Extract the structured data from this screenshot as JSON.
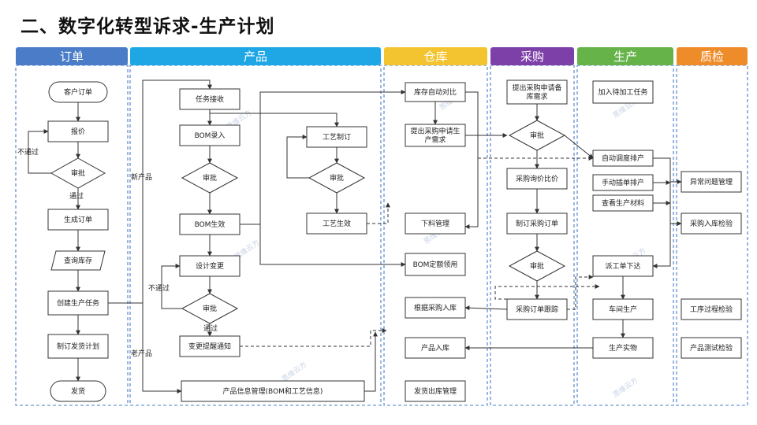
{
  "title": "二、数字化转型诉求-生产计划",
  "lanes": [
    {
      "id": "order",
      "label": "订单",
      "color": "#4a7cc8"
    },
    {
      "id": "product",
      "label": "产品",
      "color": "#1ea7e4"
    },
    {
      "id": "warehouse",
      "label": "仓库",
      "color": "#f4c430"
    },
    {
      "id": "purchase",
      "label": "采购",
      "color": "#7d3fa8"
    },
    {
      "id": "production",
      "label": "生产",
      "color": "#66b34a"
    },
    {
      "id": "qc",
      "label": "质检",
      "color": "#ef8c2a"
    }
  ],
  "nodes": [
    {
      "id": "customer_order",
      "label": "客户订单",
      "shape": "terminal"
    },
    {
      "id": "quote",
      "label": "报价",
      "shape": "process"
    },
    {
      "id": "order_approve",
      "label": "审批",
      "shape": "decision"
    },
    {
      "id": "create_order",
      "label": "生成订单",
      "shape": "process"
    },
    {
      "id": "check_stock",
      "label": "查询库存",
      "shape": "data"
    },
    {
      "id": "create_task",
      "label": "创建生产任务",
      "shape": "process"
    },
    {
      "id": "ship_plan",
      "label": "制订发货计划",
      "shape": "process"
    },
    {
      "id": "ship",
      "label": "发货",
      "shape": "terminal"
    },
    {
      "id": "task_receive",
      "label": "任务接收",
      "shape": "process"
    },
    {
      "id": "bom_entry",
      "label": "BOM录入",
      "shape": "process"
    },
    {
      "id": "bom_approve",
      "label": "审批",
      "shape": "decision"
    },
    {
      "id": "bom_effective",
      "label": "BOM生效",
      "shape": "process"
    },
    {
      "id": "design_change",
      "label": "设计变更",
      "shape": "process"
    },
    {
      "id": "change_approve",
      "label": "审批",
      "shape": "decision"
    },
    {
      "id": "change_notice",
      "label": "变更提醒通知",
      "shape": "process"
    },
    {
      "id": "product_info",
      "label": "产品信息管理(BOM和工艺信息)",
      "shape": "process"
    },
    {
      "id": "routing",
      "label": "工艺制订",
      "shape": "process"
    },
    {
      "id": "routing_approve",
      "label": "审批",
      "shape": "decision"
    },
    {
      "id": "routing_effective",
      "label": "工艺生效",
      "shape": "process"
    },
    {
      "id": "stock_compare",
      "label": "库存自动对比",
      "shape": "process"
    },
    {
      "id": "purchase_request",
      "label": "提出采购申请生产需求",
      "shape": "process"
    },
    {
      "id": "material_manage",
      "label": "下料管理",
      "shape": "process"
    },
    {
      "id": "bom_quota",
      "label": "BOM定额领用",
      "shape": "process"
    },
    {
      "id": "receive_stock",
      "label": "根据采购入库",
      "shape": "process"
    },
    {
      "id": "product_stock",
      "label": "产品入库",
      "shape": "process"
    },
    {
      "id": "ship_out",
      "label": "发货出库管理",
      "shape": "process"
    },
    {
      "id": "purchase_req2",
      "label": "提出采购申请备库需求",
      "shape": "process"
    },
    {
      "id": "purchase_approve",
      "label": "审批",
      "shape": "decision"
    },
    {
      "id": "inquiry",
      "label": "采购询价比价",
      "shape": "process"
    },
    {
      "id": "purchase_order",
      "label": "制订采购订单",
      "shape": "process"
    },
    {
      "id": "po_approve",
      "label": "审批",
      "shape": "decision"
    },
    {
      "id": "po_track",
      "label": "采购订单跟踪",
      "shape": "process"
    },
    {
      "id": "add_pending",
      "label": "加入待加工任务",
      "shape": "process"
    },
    {
      "id": "auto_schedule",
      "label": "自动调度排产",
      "shape": "process"
    },
    {
      "id": "manual_insert",
      "label": "手动插单排产",
      "shape": "process"
    },
    {
      "id": "check_material",
      "label": "查看生产材料",
      "shape": "process"
    },
    {
      "id": "dispatch",
      "label": "派工单下达",
      "shape": "process"
    },
    {
      "id": "workshop",
      "label": "车间生产",
      "shape": "process"
    },
    {
      "id": "product_output",
      "label": "生产实物",
      "shape": "process"
    },
    {
      "id": "abnormal",
      "label": "异常问题管理",
      "shape": "process"
    },
    {
      "id": "incoming_qc",
      "label": "采购入库检验",
      "shape": "process"
    },
    {
      "id": "process_qc",
      "label": "工序过程检验",
      "shape": "process"
    },
    {
      "id": "product_test",
      "label": "产品测试检验",
      "shape": "process"
    }
  ],
  "edge_labels": [
    {
      "id": "order_reject",
      "text": "不通过"
    },
    {
      "id": "order_pass",
      "text": "通过"
    },
    {
      "id": "new_product",
      "text": "新产品"
    },
    {
      "id": "old_product",
      "text": "老产品"
    },
    {
      "id": "change_reject",
      "text": "不通过"
    },
    {
      "id": "change_pass",
      "text": "通过"
    }
  ],
  "watermark": "思维云方"
}
